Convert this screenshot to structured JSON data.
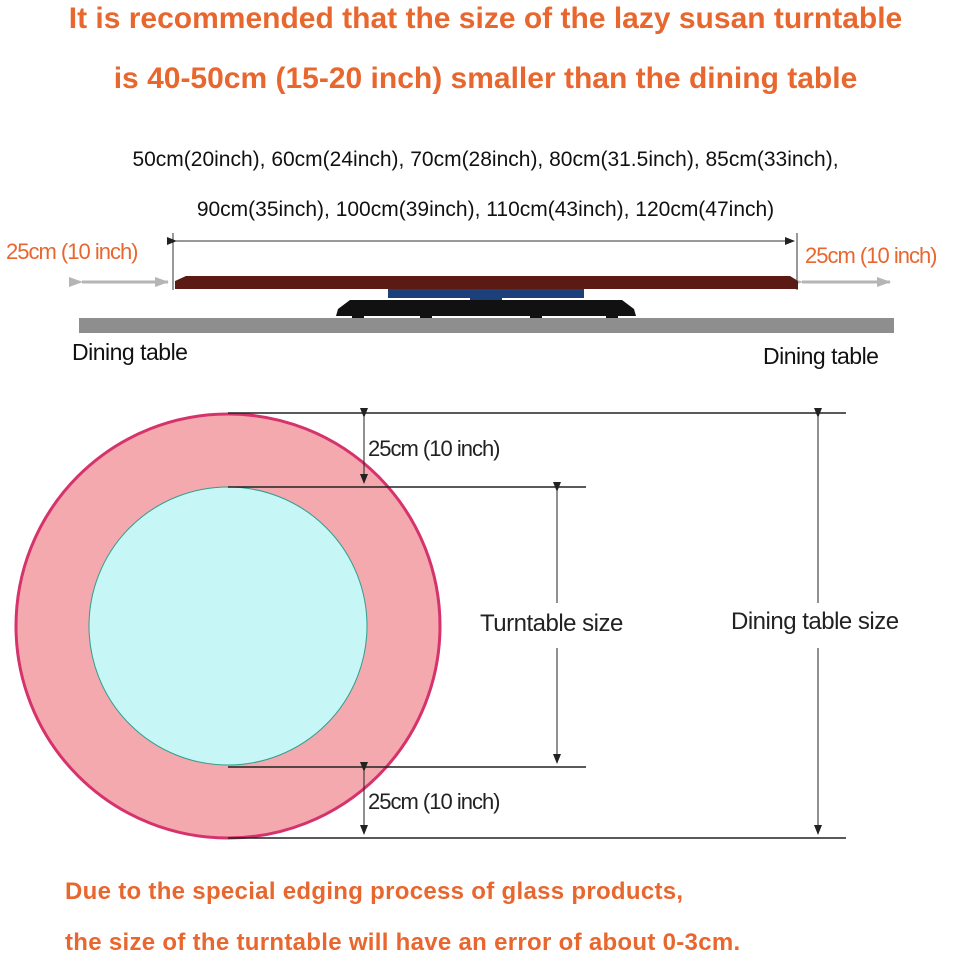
{
  "header": {
    "line1": "It is recommended that the size of the lazy susan turntable",
    "line2": "is 40-50cm (15-20 inch) smaller than the dining table"
  },
  "sizes": {
    "line1": "50cm(20inch), 60cm(24inch), 70cm(28inch), 80cm(31.5inch), 85cm(33inch),",
    "line2": "90cm(35inch), 100cm(39inch), 110cm(43inch), 120cm(47inch)"
  },
  "side_view": {
    "left_margin_label": "25cm (10 inch)",
    "right_margin_label": "25cm (10 inch)",
    "left_table_label": "Dining table",
    "right_table_label": "Dining table"
  },
  "top_view": {
    "top_margin_label": "25cm (10 inch)",
    "bottom_margin_label": "25cm (10 inch)",
    "turntable_label": "Turntable size",
    "table_label": "Dining table size"
  },
  "footer": {
    "line1": "Due to the special edging process of glass products,",
    "line2": "the size of the turntable will have an error of about 0-3cm."
  },
  "colors": {
    "accent": "#e8672e",
    "table_pink": "#f3a9ad",
    "table_rim": "#d6336c",
    "turntable_cyan": "#c6f7f6",
    "glass_top": "#5b1a14",
    "bearing_blue": "#1d3f7a",
    "table_grey": "#8e8e8e"
  }
}
